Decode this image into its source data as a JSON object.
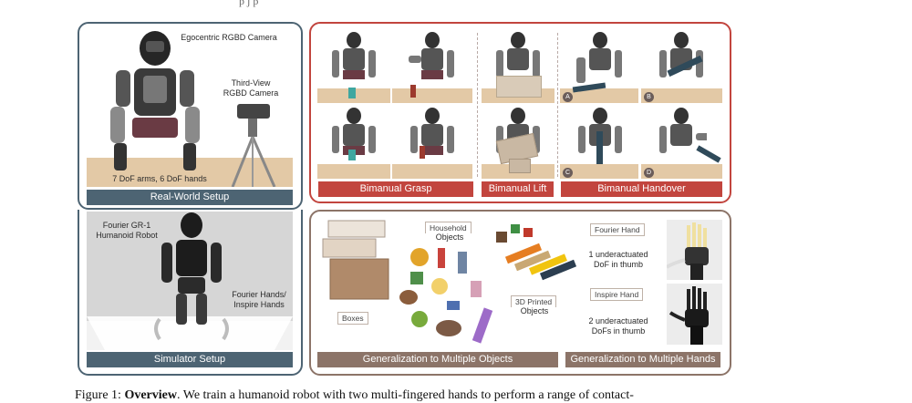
{
  "top_caption": "p                                       j                                         p",
  "panels": {
    "real_world": {
      "label_camera1": "Egocentric RGBD Camera",
      "label_camera2_line1": "Third-View",
      "label_camera2_line2": "RGBD Camera",
      "label_dof": "7 DoF arms, 6 DoF hands",
      "bar": "Real-World Setup"
    },
    "simulator": {
      "label_robot_line1": "Fourier GR-1",
      "label_robot_line2": "Humanoid Robot",
      "label_hands_line1": "Fourier Hands/",
      "label_hands_line2": "Inspire Hands",
      "bar": "Simulator Setup"
    },
    "tasks": {
      "grasp": "Bimanual Grasp",
      "lift": "Bimanual Lift",
      "handover": "Bimanual Handover",
      "markers": [
        "A",
        "B",
        "C",
        "D"
      ]
    },
    "generalization": {
      "household_line1": "Household",
      "household_line2": "Objects",
      "boxes": "Boxes",
      "printed_line1": "3D Printed",
      "printed_line2": "Objects",
      "fourier_hand": "Fourier Hand",
      "fourier_desc_line1": "1 underactuated",
      "fourier_desc_line2": "DoF in thumb",
      "inspire_hand": "Inspire Hand",
      "inspire_desc_line1": "2 underactuated",
      "inspire_desc_line2": "DoFs in thumb",
      "bar_objects": "Generalization to Multiple Objects",
      "bar_hands": "Generalization to Multiple Hands"
    }
  },
  "caption": {
    "prefix": "Figure 1: ",
    "bold": "Overview",
    "rest": ". We train a humanoid robot with two multi-fingered hands to perform a range of contact-"
  },
  "colors": {
    "blue_panel": "#4d6473",
    "red_panel": "#c2453e",
    "brown_panel": "#8c7468"
  }
}
